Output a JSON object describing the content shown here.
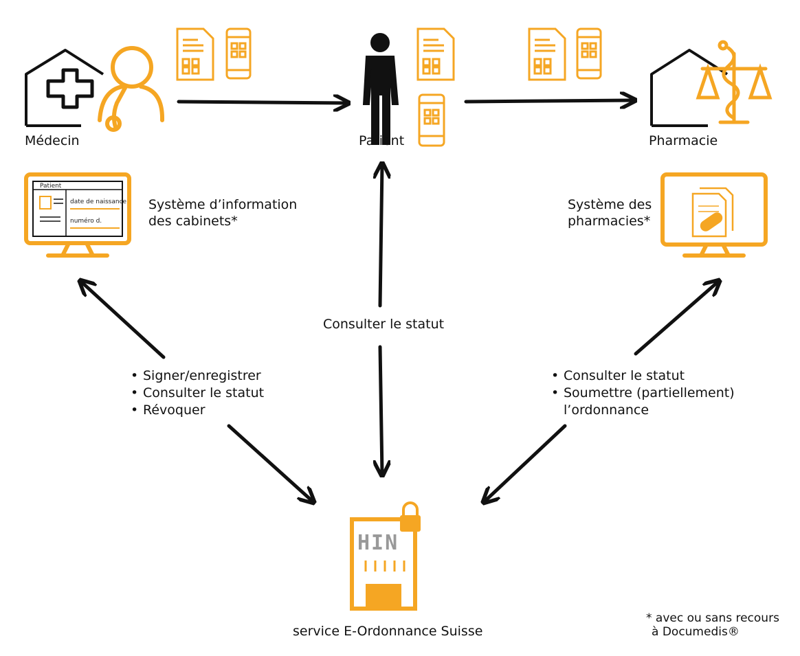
{
  "actors": {
    "doctor": "Médecin",
    "patient": "Patient",
    "pharmacy": "Pharmacie"
  },
  "systems": {
    "practice_label_line1": "Système d’information",
    "practice_label_line2": "des cabinets*",
    "pharmacy_label_line1": "Système des",
    "pharmacy_label_line2": "pharmacies*",
    "screen_patient": "Patient",
    "screen_birthdate": "date de naissance",
    "screen_number": "numéro d."
  },
  "center_action": "Consulter le statut",
  "doctor_actions": [
    "Signer/enregistrer",
    "Consulter le statut",
    "Révoquer"
  ],
  "pharmacy_actions": [
    "Consulter le statut",
    "Soumettre (partiellement)",
    "l’ordonnance"
  ],
  "service": {
    "logo_text": "HIN",
    "label": "service E-Ordonnance Suisse"
  },
  "footnote": {
    "line1": "* avec ou sans recours",
    "line2": "à Documedis®"
  },
  "colors": {
    "accent": "#F5A623",
    "ink": "#111111",
    "grey": "#999999"
  }
}
